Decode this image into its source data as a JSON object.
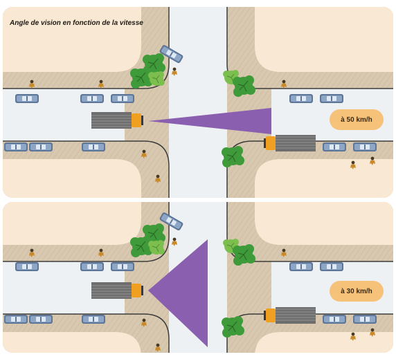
{
  "title": "Angle de vision en fonction de la vitesse",
  "panels": [
    {
      "speed_label": "à 50 km/h"
    },
    {
      "speed_label": "à 30 km/h"
    }
  ],
  "colors": {
    "background": "#f8e8d4",
    "road": "#eef1f3",
    "sidewalk": "#d8c8b0",
    "curb": "#3b3b3b",
    "vision_cone": "#8a5fb0",
    "speed_badge": "#f6c27a",
    "tree_dark": "#3f9a3a",
    "tree_light": "#7cbf4f",
    "car": "#7890b0",
    "truck_cargo": "#6e6e6e",
    "truck_cab": "#f0a020"
  },
  "icons": [
    "car-icon",
    "truck-icon",
    "tree-icon",
    "pedestrian-icon"
  ]
}
